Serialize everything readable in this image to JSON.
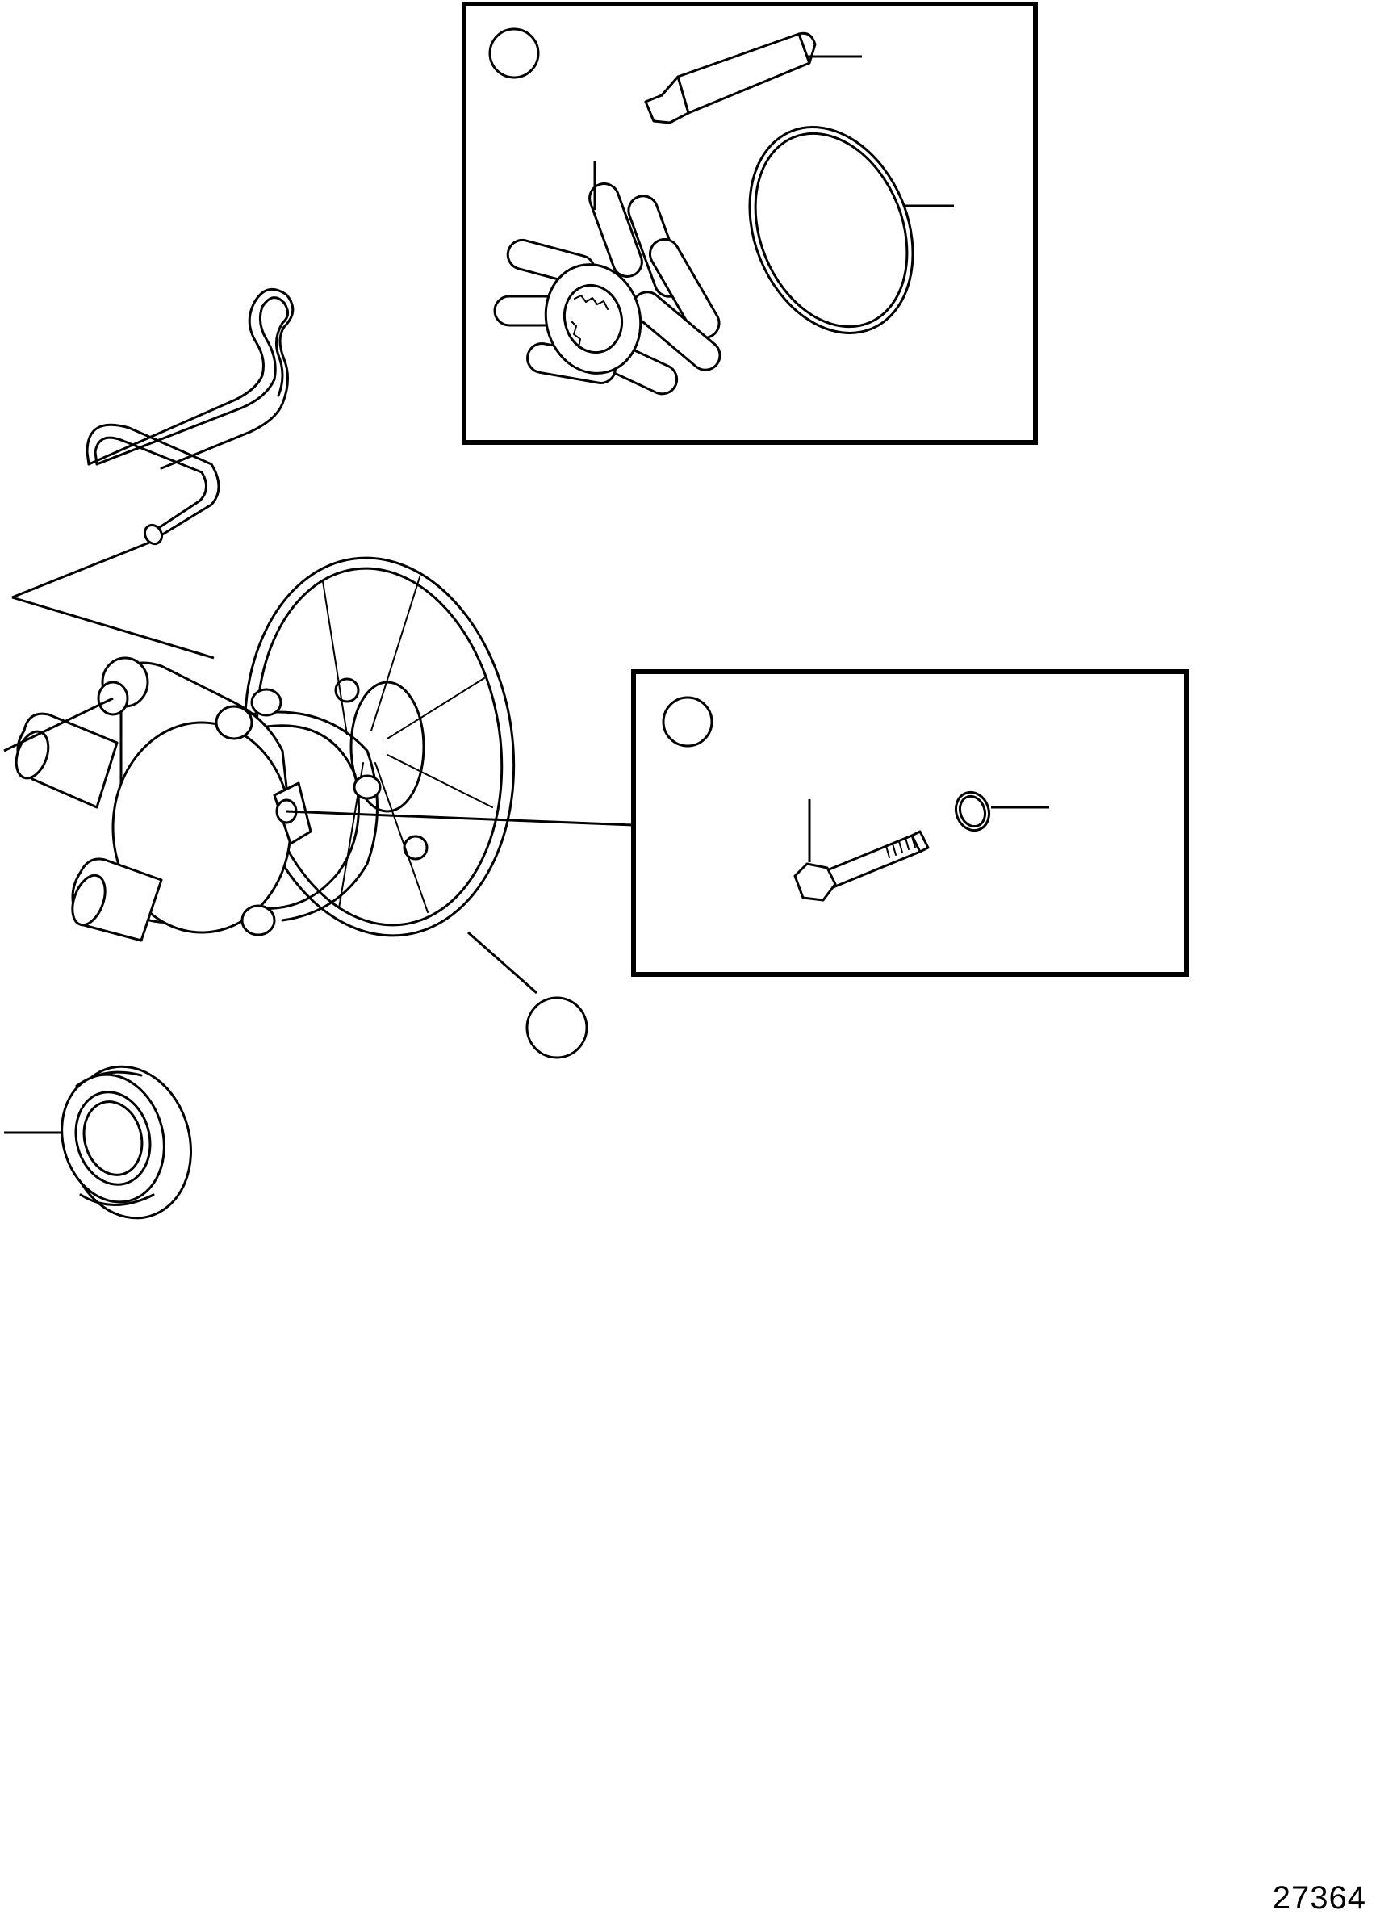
{
  "figure": {
    "number": "27364"
  },
  "callouts": [
    {
      "id": "kit-impeller",
      "label": ""
    },
    {
      "id": "kit-screw",
      "label": ""
    },
    {
      "id": "pump",
      "label": ""
    }
  ]
}
